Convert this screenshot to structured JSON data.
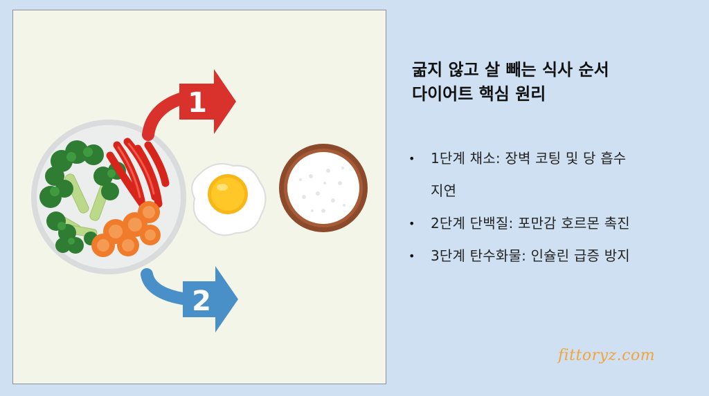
{
  "title": {
    "line1": "굶지 않고 살 빼는 식사 순서",
    "line2": "다이어트 핵심 원리"
  },
  "steps": [
    {
      "bullet": "•",
      "line1": "1단계 채소: 장벽 코팅 및 당 흡수",
      "line2": "지연"
    },
    {
      "bullet": "•",
      "line1": "2단계 단백질: 포만감 호르몬 촉진"
    },
    {
      "bullet": "•",
      "line1": "3단계 탄수화물: 인슐린 급증 방지"
    }
  ],
  "illustration": {
    "arrow1_number": "1",
    "arrow2_number": "2",
    "colors": {
      "arrow1": "#d9312b",
      "arrow2": "#4a90c8",
      "broccoli": "#2f7d32",
      "pepper": "#d8251c",
      "carrot": "#f07b2a",
      "bowl": "#8b4a2b"
    }
  },
  "brand": "fittoryz.com"
}
